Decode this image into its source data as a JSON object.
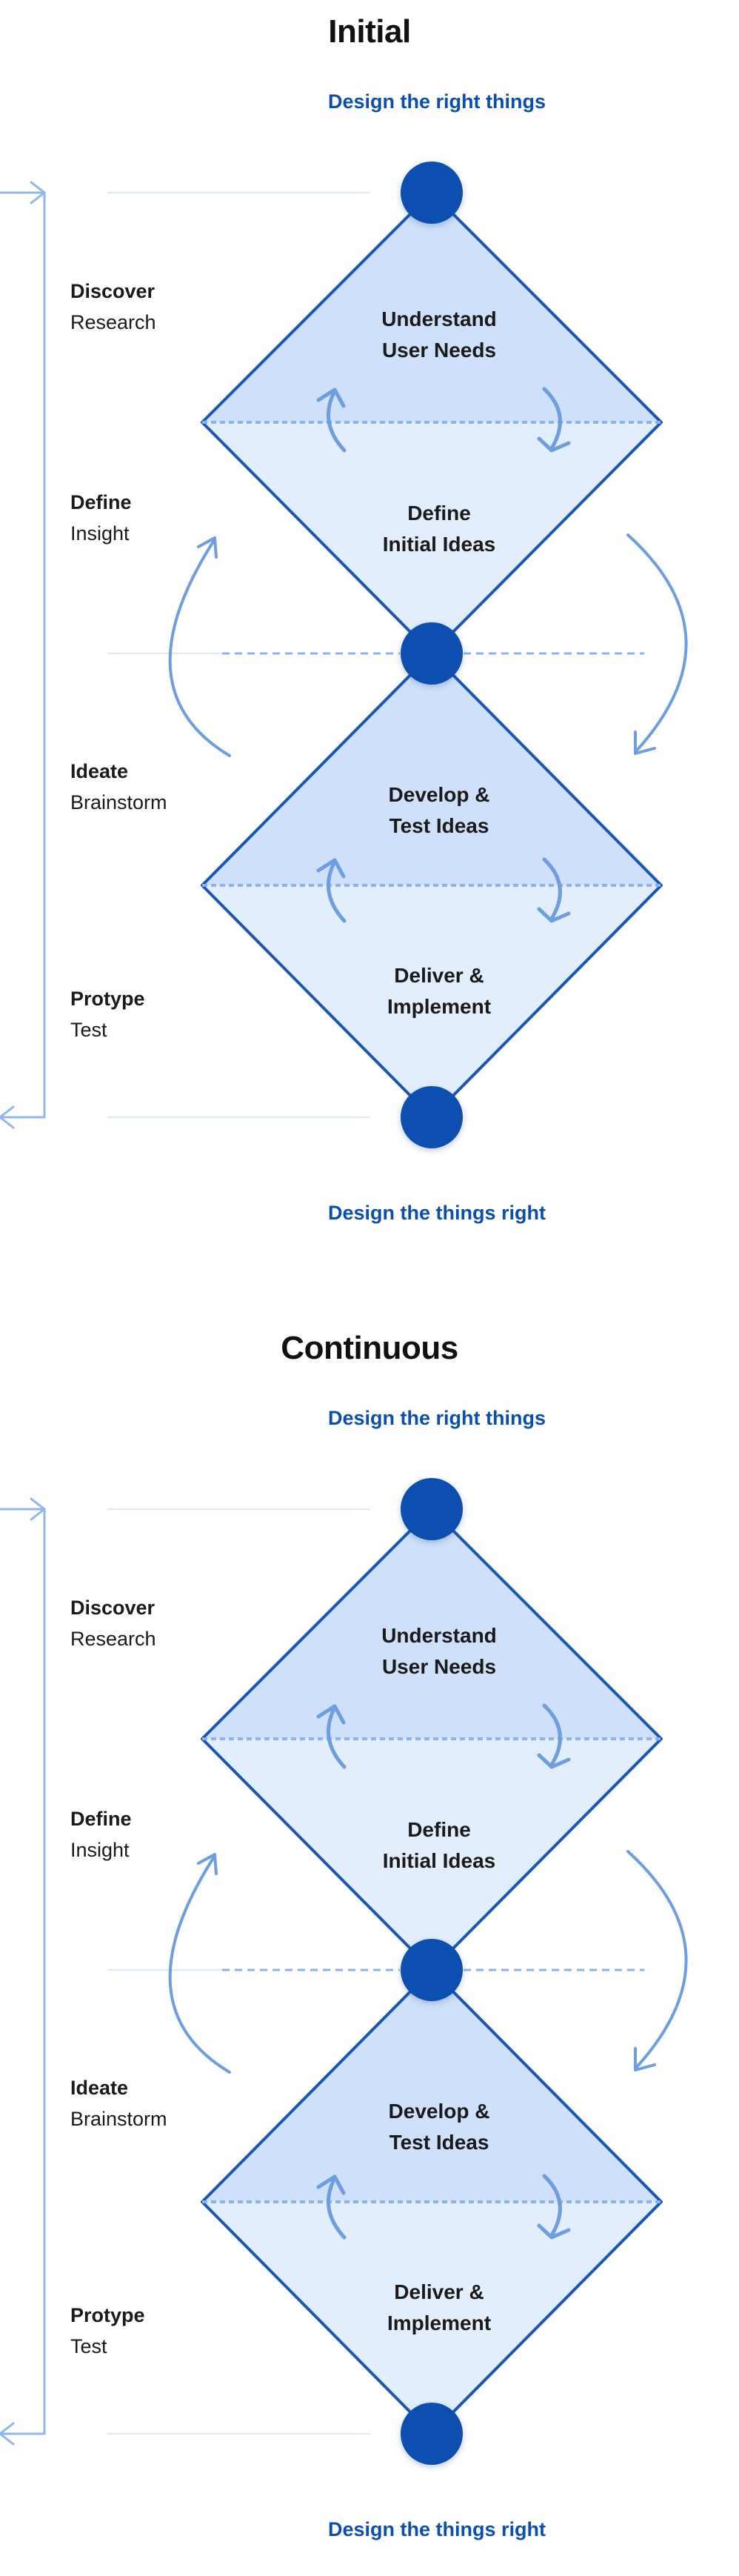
{
  "sections": [
    {
      "title": "Initial",
      "top_label": "Design the right things",
      "bottom_label": "Design the things  right",
      "phases": [
        {
          "name": "Discover",
          "desc": "Research"
        },
        {
          "name": "Define",
          "desc": "Insight"
        },
        {
          "name": "Ideate",
          "desc": "Brainstorm"
        },
        {
          "name": "Protype",
          "desc": "Test"
        }
      ],
      "stages": [
        {
          "line1": "Understand",
          "line2": "User Needs"
        },
        {
          "line1": "Define",
          "line2": "Initial Ideas"
        },
        {
          "line1": "Develop &",
          "line2": "Test Ideas"
        },
        {
          "line1": "Deliver &",
          "line2": "Implement"
        }
      ]
    },
    {
      "title": "Continuous",
      "top_label": "Design the right things",
      "bottom_label": "Design the things  right",
      "phases": [
        {
          "name": "Discover",
          "desc": "Research"
        },
        {
          "name": "Define",
          "desc": "Insight"
        },
        {
          "name": "Ideate",
          "desc": "Brainstorm"
        },
        {
          "name": "Protype",
          "desc": "Test"
        }
      ],
      "stages": [
        {
          "line1": "Understand",
          "line2": "User Needs"
        },
        {
          "line1": "Define",
          "line2": "Initial Ideas"
        },
        {
          "line1": "Develop &",
          "line2": "Test Ideas"
        },
        {
          "line1": "Deliver &",
          "line2": "Implement"
        }
      ]
    }
  ],
  "colors": {
    "node": "#0a4fb0",
    "diamond_stroke": "#1a56b8",
    "fill_dark": "#cfe0fa",
    "fill_light": "#e3eefc",
    "arrow": "#6d9ee0",
    "bracket": "#8fb7ef",
    "guide": "#dce9fb",
    "dashed": "#8ab3ec"
  }
}
